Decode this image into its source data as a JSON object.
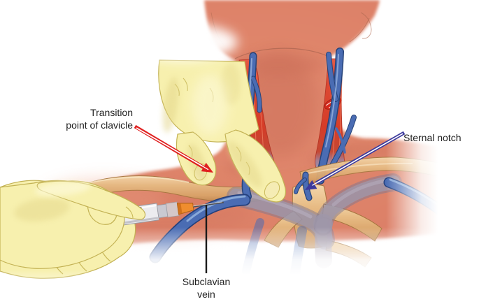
{
  "labels": {
    "transition_point": {
      "text_line1": "Transition",
      "text_line2": "point of clavicle",
      "arrow_color": "#e01f1f"
    },
    "sternal_notch": {
      "text": "Sternal notch",
      "arrow_color": "#3c3a9d"
    },
    "subclavian_vein": {
      "text_line1": "Subclavian",
      "text_line2": "vein",
      "leader_color": "#1a1a1a"
    }
  },
  "palette": {
    "skin": "#dd8168",
    "glove": "#f7f0ae",
    "muscle_red": "#df4a34",
    "vein_blue": "#4a6cb3",
    "bone_tan": "#e5b57f",
    "central_vein_gray": "#9f97aa",
    "needle_hub_orange": "#ef8d2e",
    "label_text": "#1f1f1f"
  }
}
